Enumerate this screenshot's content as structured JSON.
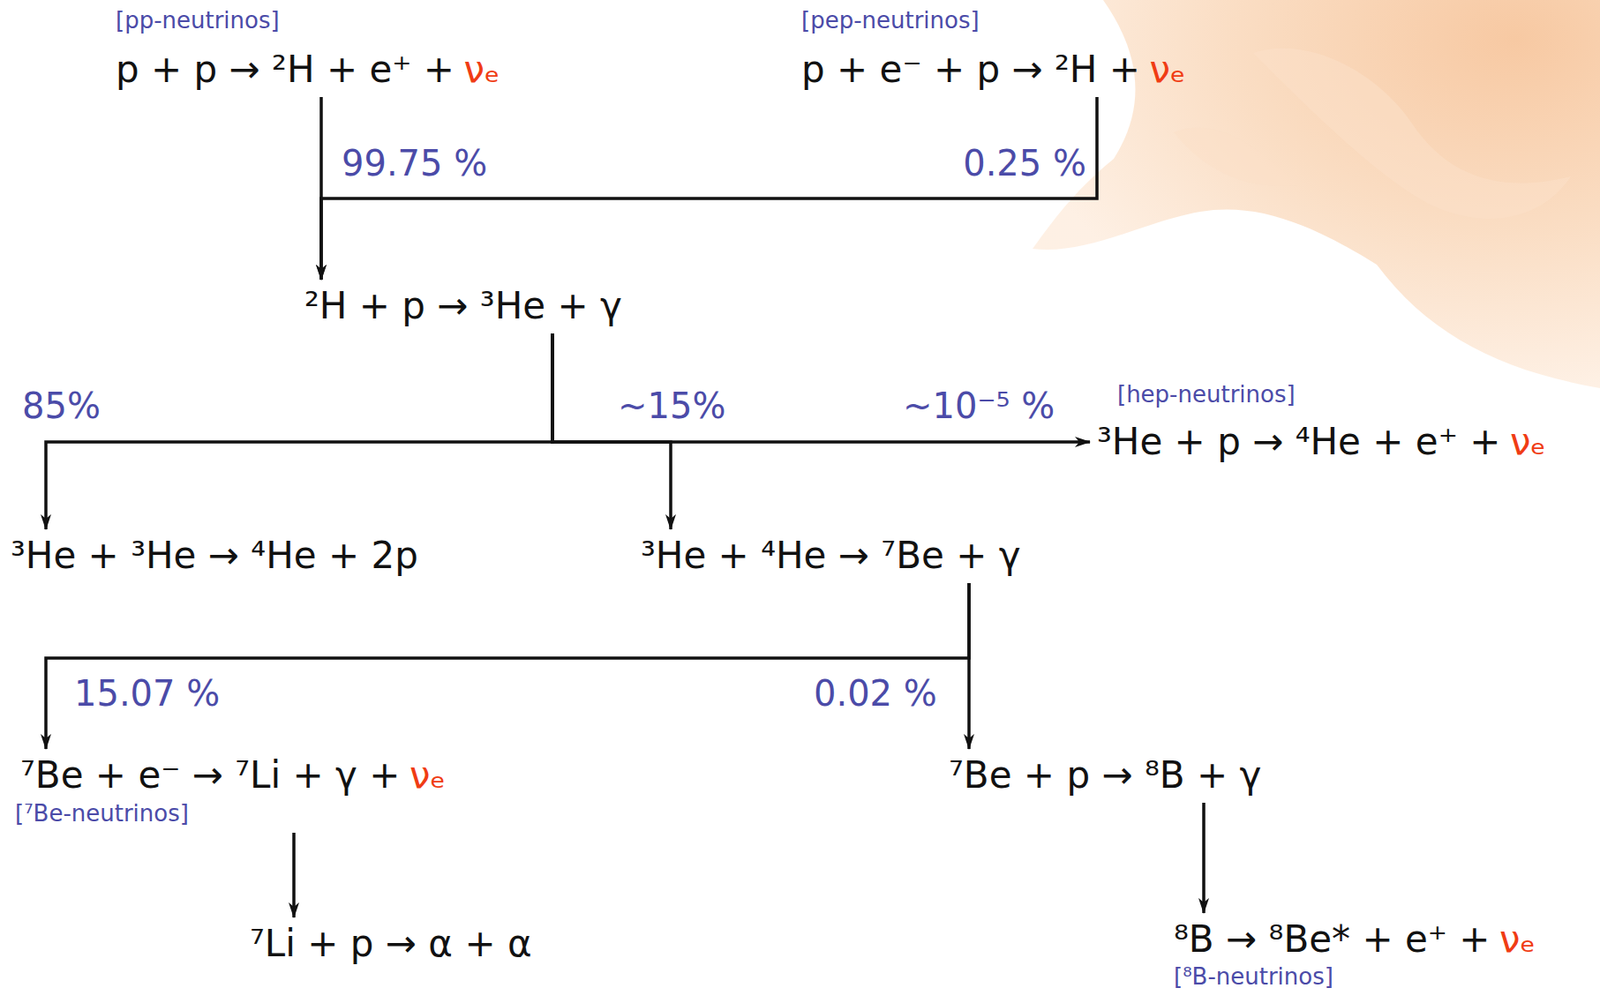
{
  "diagram": {
    "nodes": [
      {
        "text": [
          "[pp-neutrinos]",
          "p + p → ²H + e⁺ +",
          "νₑ"
        ]
      },
      {
        "text": [
          "[pep-neutrinos]",
          "p + e⁻ + p → ²H +",
          "νₑ"
        ]
      },
      {
        "text": [
          "²H + p → ³He + γ"
        ]
      },
      {
        "text": [
          "[hep-neutrinos]",
          "³He + p → ⁴He + e⁺ +",
          "νₑ"
        ]
      },
      {
        "text": [
          "³He + ³He → ⁴He + 2p"
        ]
      },
      {
        "text": [
          "³He + ⁴He → ⁷Be + γ"
        ]
      },
      {
        "text": [
          "⁷Be + e⁻ → ⁷Li + γ +",
          "νₑ",
          "[⁷Be-neutrinos]"
        ]
      },
      {
        "text": [
          "⁷Be + p → ⁸B + γ"
        ]
      },
      {
        "text": [
          "⁷Li + p → α + α"
        ]
      },
      {
        "text": [
          "⁸B → ⁸Be* + e⁺ +",
          "νₑ",
          "[⁸B-neutrinos]"
        ]
      }
    ],
    "edges": [
      {
        "from": 0,
        "to": 2,
        "label": "99.75 %",
        "arrow": "to"
      },
      {
        "from": 1,
        "to": 2,
        "label": "0.25 %",
        "arrow": "to"
      },
      {
        "from": 2,
        "to": 4,
        "label": "85%",
        "arrow": "to"
      },
      {
        "from": 2,
        "to": 5,
        "label": "~15%",
        "arrow": "to"
      },
      {
        "from": 2,
        "to": 3,
        "label": "~10⁻⁵ %",
        "arrow": "to"
      },
      {
        "from": 5,
        "to": 6,
        "label": "15.07 %",
        "arrow": "to"
      },
      {
        "from": 5,
        "to": 7,
        "label": "0.02 %",
        "arrow": "to"
      },
      {
        "from": 6,
        "to": 8,
        "arrow": "to"
      },
      {
        "from": 7,
        "to": 9,
        "arrow": "to"
      }
    ]
  }
}
